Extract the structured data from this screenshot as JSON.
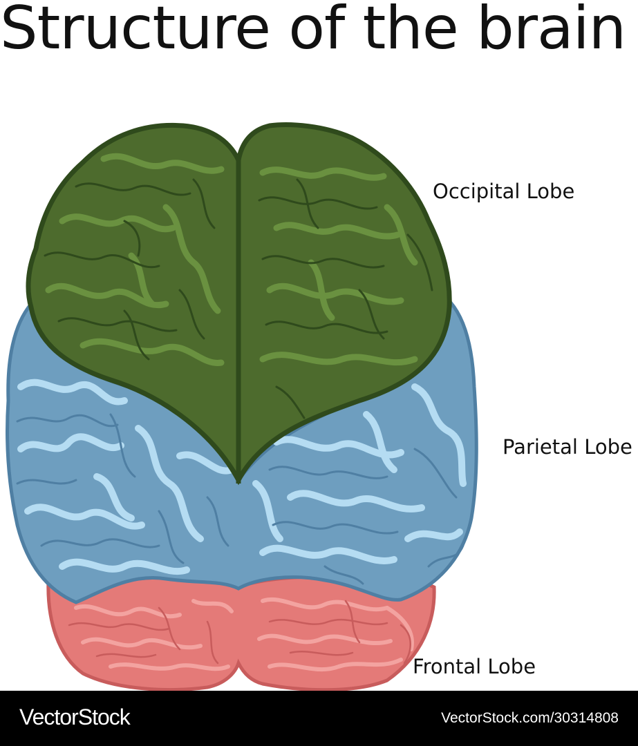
{
  "title": "Structure of the brain",
  "labels": {
    "occipital": "Occipital Lobe",
    "parietal": "Parietal Lobe",
    "frontal": "Frontal Lobe"
  },
  "footer": {
    "brand": "VectorStock",
    "stock_id": "VectorStock.com/30314808"
  },
  "colors": {
    "occipital_fill": "#4d6b2d",
    "occipital_highlight": "#6a9140",
    "occipital_stroke": "#2f4a1c",
    "parietal_fill": "#6e9ebf",
    "parietal_highlight": "#b5dcf2",
    "parietal_stroke": "#4f7fa3",
    "frontal_fill": "#e47a78",
    "frontal_highlight": "#f3a3a0",
    "frontal_stroke": "#c85c5c"
  }
}
